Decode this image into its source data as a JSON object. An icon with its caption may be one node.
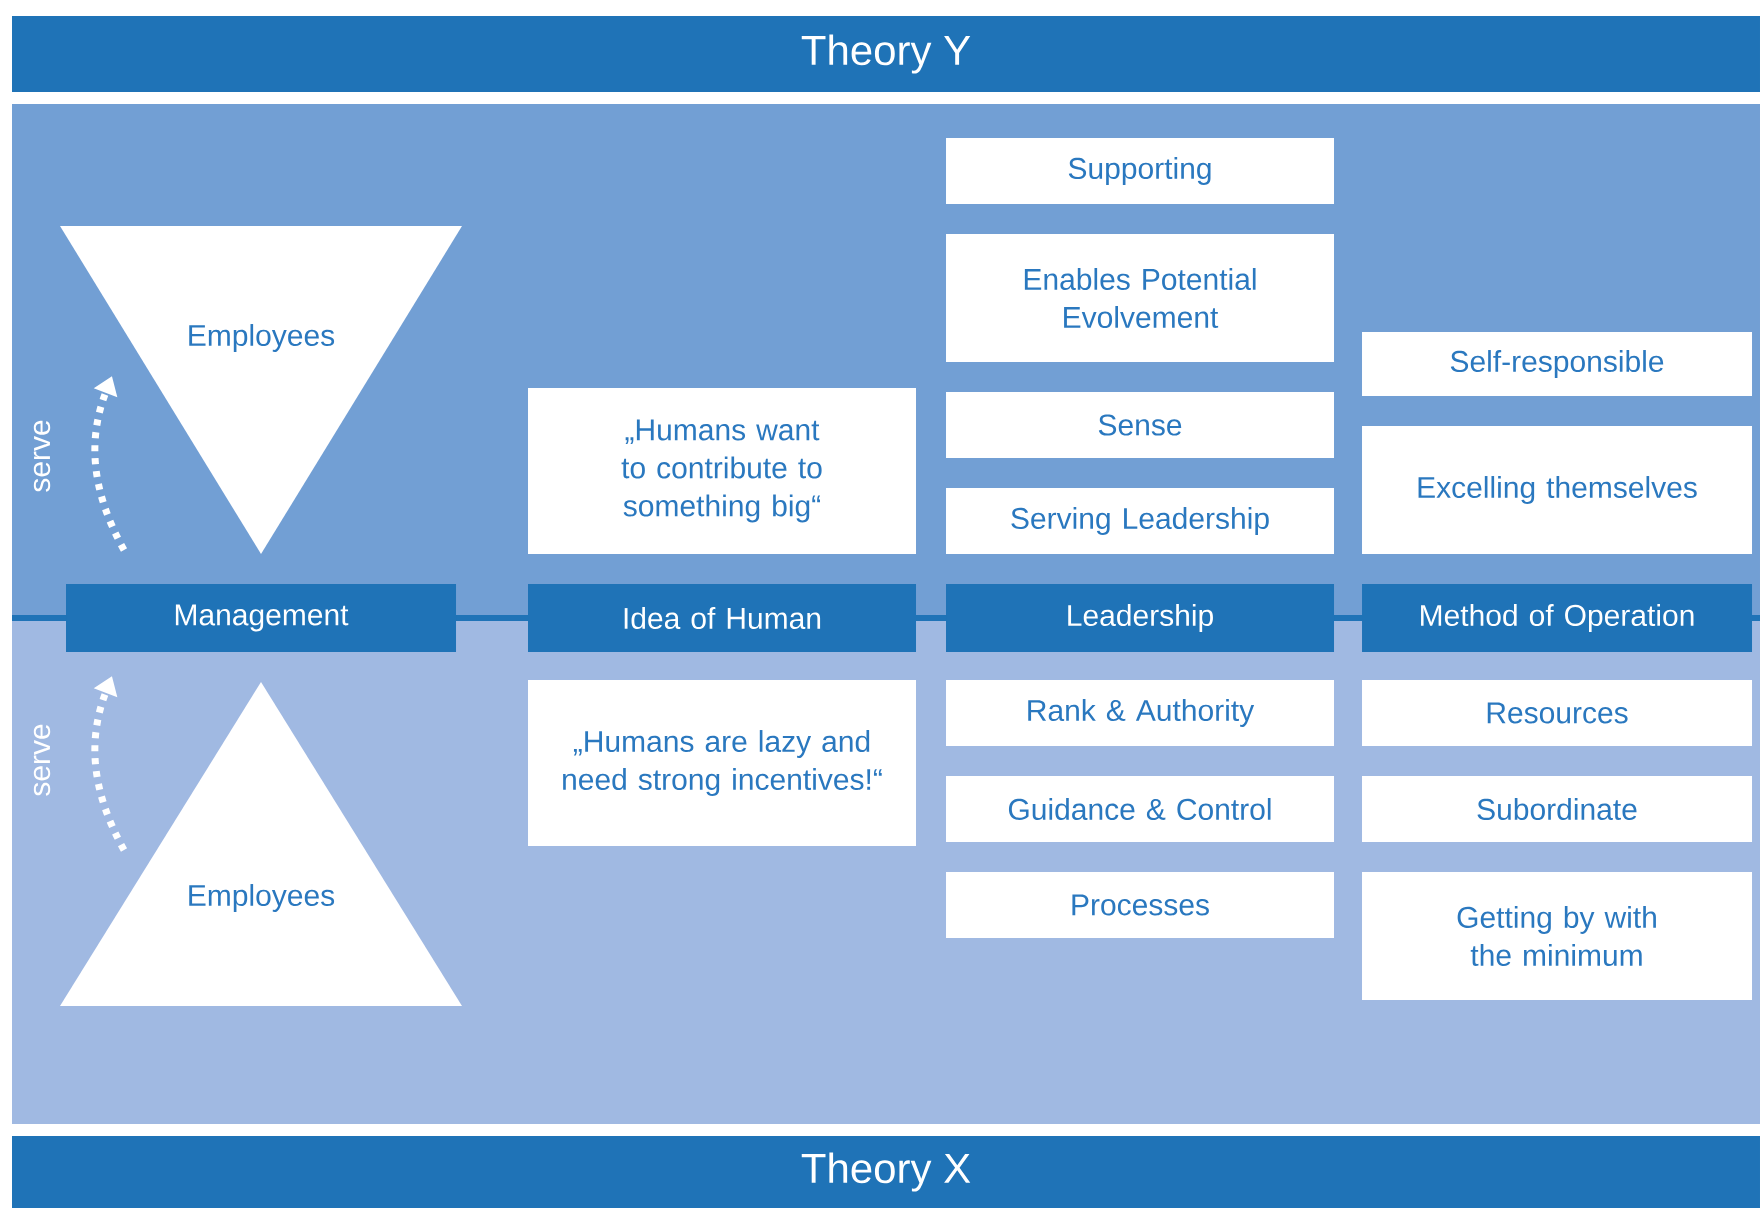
{
  "diagram": {
    "nodes": [
      {
        "text": [
          "Theory Y"
        ]
      },
      {
        "text": [
          "Employees"
        ]
      },
      {
        "text": [
          "Supporting"
        ]
      },
      {
        "text": [
          "Enables Potential Evolvement"
        ]
      },
      {
        "text": [
          "Self-responsible"
        ]
      },
      {
        "text": [
          "„Humans want to contribute to something big“"
        ]
      },
      {
        "text": [
          "Sense"
        ]
      },
      {
        "text": [
          "Excelling themselves"
        ]
      },
      {
        "text": [
          "Serving Leadership"
        ]
      },
      {
        "text": [
          "Management"
        ]
      },
      {
        "text": [
          "Idea of Human"
        ]
      },
      {
        "text": [
          "Leadership"
        ]
      },
      {
        "text": [
          "Method of Operation"
        ]
      },
      {
        "text": [
          "Rank & Authority"
        ]
      },
      {
        "text": [
          "Resources"
        ]
      },
      {
        "text": [
          "„Humans are lazy and need strong incentives!“"
        ]
      },
      {
        "text": [
          "Guidance & Control"
        ]
      },
      {
        "text": [
          "Subordinate"
        ]
      },
      {
        "text": [
          "Processes"
        ]
      },
      {
        "text": [
          "Getting by with the minimum"
        ]
      },
      {
        "text": [
          "Employees"
        ]
      },
      {
        "text": [
          "Theory X"
        ]
      }
    ],
    "labels": [
      "serve",
      "serve"
    ]
  }
}
